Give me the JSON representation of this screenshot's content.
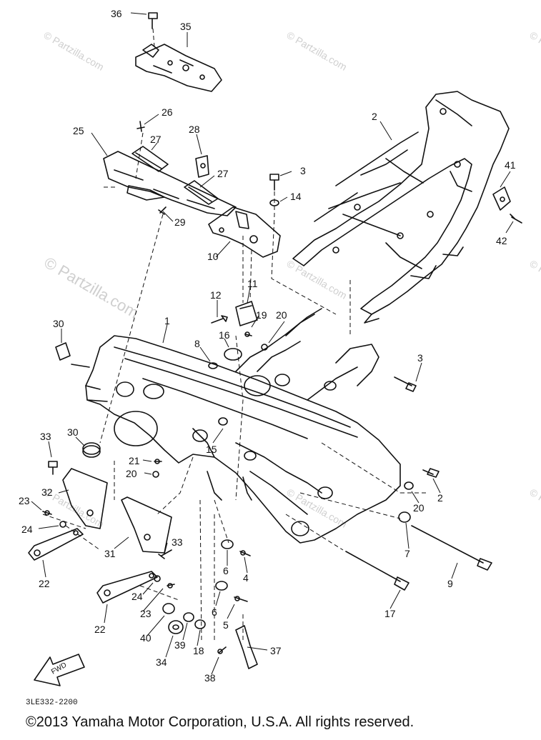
{
  "watermarks": {
    "large": "© Partzilla.com",
    "small": "© Partzilla.com"
  },
  "fwd_label": "FWD",
  "drawing_code": "3LE332-2200",
  "copyright": "©2013  Yamaha Motor Corporation, U.S.A. All rights reserved.",
  "callouts": [
    "36",
    "35",
    "26",
    "25",
    "27",
    "28",
    "27",
    "3",
    "14",
    "29",
    "10",
    "11",
    "12",
    "19",
    "20",
    "16",
    "8",
    "1",
    "30",
    "2",
    "41",
    "42",
    "3",
    "30",
    "33",
    "21",
    "20",
    "15",
    "32",
    "23",
    "24",
    "31",
    "33",
    "22",
    "24",
    "23",
    "22",
    "40",
    "34",
    "39",
    "18",
    "6",
    "4",
    "6",
    "5",
    "37",
    "38",
    "17",
    "9",
    "7",
    "20",
    "2"
  ]
}
